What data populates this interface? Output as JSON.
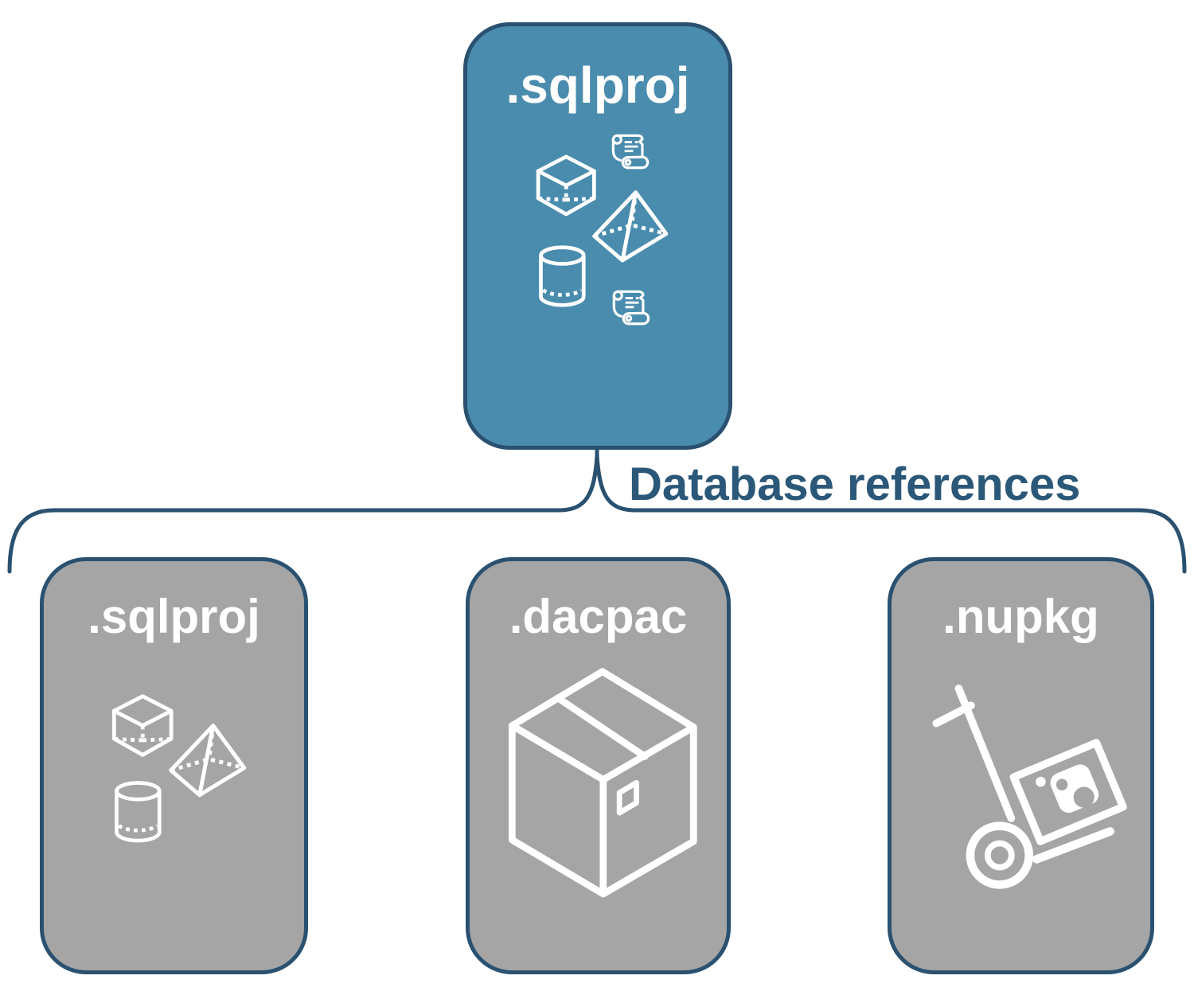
{
  "diagram": {
    "root_card": {
      "label": ".sqlproj",
      "icons": [
        "sql-script-scroll-icon",
        "cube-icon",
        "pyramid-icon",
        "database-cylinder-icon",
        "sql-script-scroll-icon"
      ]
    },
    "connector": {
      "label": "Database references"
    },
    "child_cards": [
      {
        "label": ".sqlproj",
        "icons": [
          "cube-icon",
          "pyramid-icon",
          "database-cylinder-icon"
        ]
      },
      {
        "label": ".dacpac",
        "icons": [
          "package-box-icon"
        ]
      },
      {
        "label": ".nupkg",
        "icons": [
          "nuget-hand-truck-icon"
        ]
      }
    ],
    "colors": {
      "root_fill": "#4A8CAE",
      "child_fill": "#A5A5A5",
      "border": "#2A5170",
      "label_text": "#2B5878",
      "icon": "#FFFFFF"
    }
  }
}
